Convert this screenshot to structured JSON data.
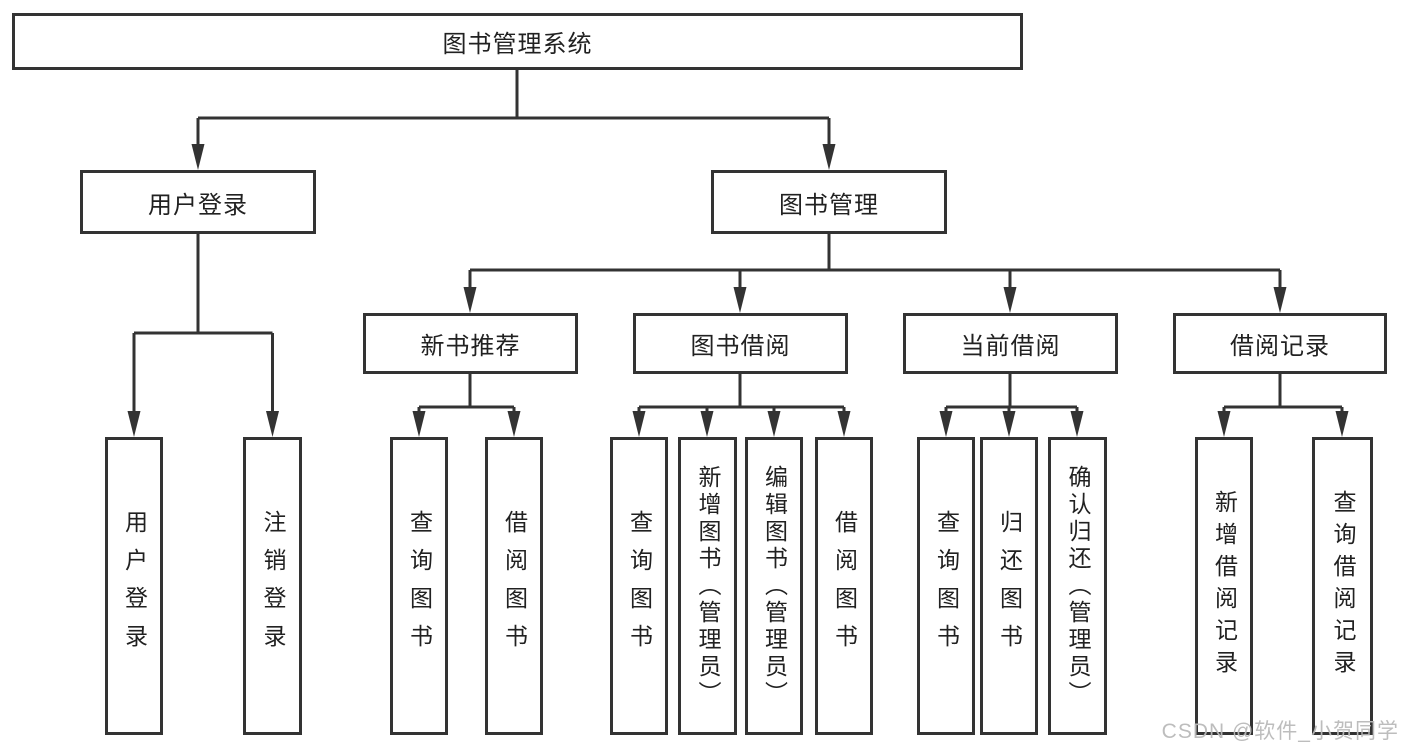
{
  "diagram": {
    "title_node": "图书管理系统",
    "level2": [
      "用户登录",
      "图书管理"
    ],
    "level3": [
      "新书推荐",
      "图书借阅",
      "当前借阅",
      "借阅记录"
    ],
    "leaves": {
      "user_login": [
        "用户登录",
        "注销登录"
      ],
      "new_book": [
        "查询图书",
        "借阅图书"
      ],
      "book_borrow": [
        "查询图书",
        "新增图书（管理员）",
        "编辑图书（管理员）",
        "借阅图书"
      ],
      "current_borrow": [
        "查询图书",
        "归还图书",
        "确认归还（管理员）"
      ],
      "borrow_record": [
        "新增借阅记录",
        "查询借阅记录"
      ]
    },
    "watermark": "CSDN @软件_小贺同学",
    "colors": {
      "line": "#333333",
      "text": "#212121",
      "background": "#ffffff",
      "watermark": "#b9b9b9"
    }
  }
}
